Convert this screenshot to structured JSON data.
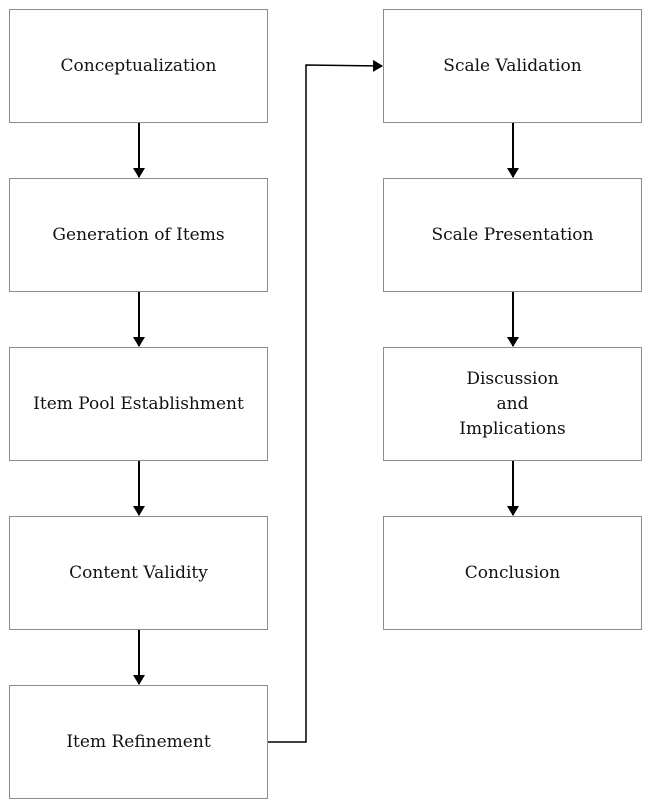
{
  "flowchart": {
    "left_column": [
      {
        "label": "Conceptualization"
      },
      {
        "label": "Generation of Items"
      },
      {
        "label": "Item Pool Establishment"
      },
      {
        "label": "Content Validity"
      },
      {
        "label": "Item Refinement"
      }
    ],
    "right_column": [
      {
        "label": "Scale Validation"
      },
      {
        "label": "Scale Presentation"
      },
      {
        "label": "Discussion and Implications"
      },
      {
        "label": "Conclusion"
      }
    ]
  },
  "colors": {
    "box_border": "#8c8c8c",
    "arrow": "#000000",
    "text": "#111111"
  }
}
